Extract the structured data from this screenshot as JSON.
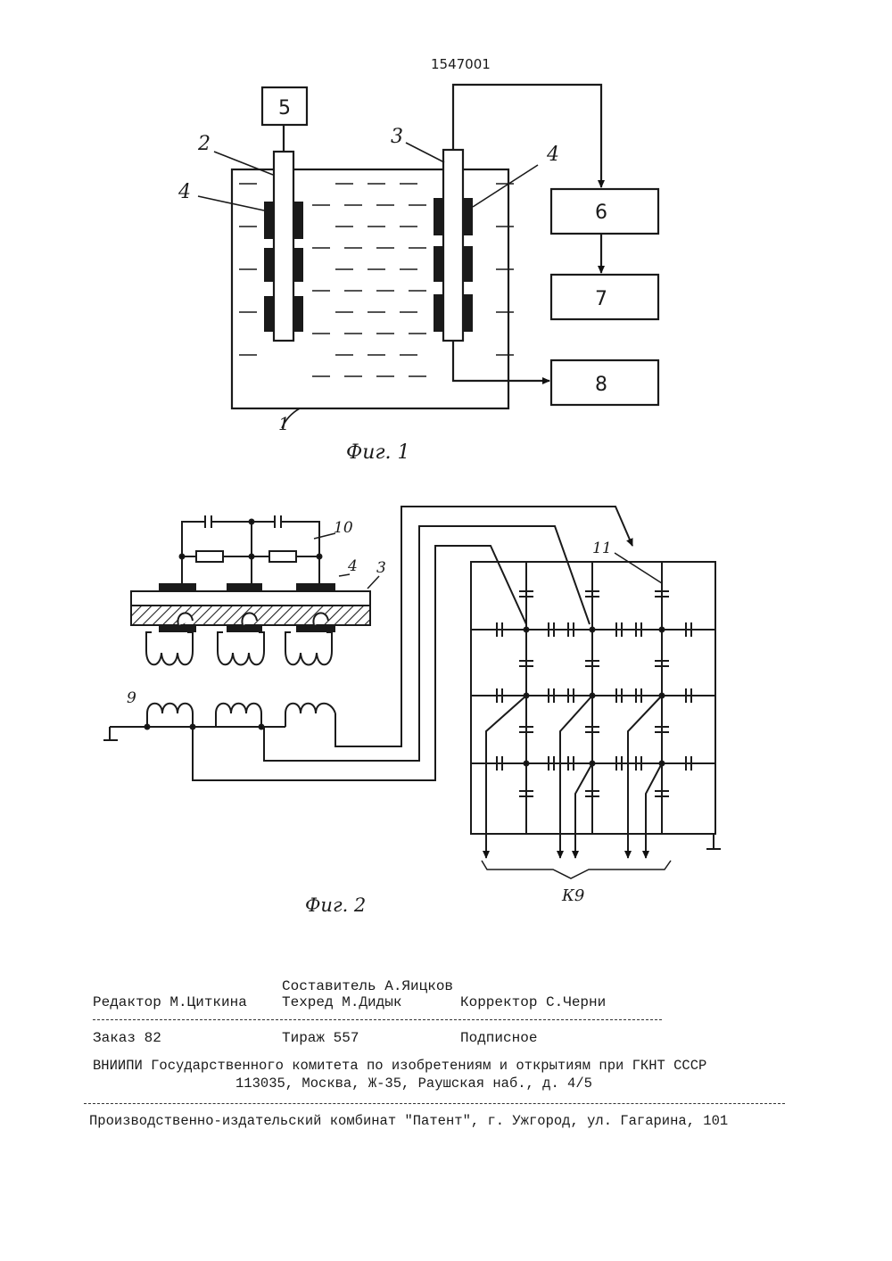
{
  "patent_number": "1547001",
  "fig1": {
    "caption": "Фиг. 1",
    "block_5": "5",
    "block_6": "6",
    "block_7": "7",
    "block_8": "8",
    "label_1": "1",
    "label_2": "2",
    "label_3": "3",
    "label_4_left": "4",
    "label_4_right": "4"
  },
  "fig2": {
    "caption": "Фиг. 2",
    "label_3": "3",
    "label_4": "4",
    "label_9": "9",
    "label_10": "10",
    "label_11": "11",
    "label_k9": "К9"
  },
  "colophon": {
    "compiler": "Составитель А.Яицков",
    "editor": "Редактор М.Циткина",
    "techred": "Техред М.Дидык",
    "corrector": "Корректор С.Черни",
    "order": "Заказ 82",
    "circulation": "Тираж 557",
    "subscription": "Подписное",
    "org_line": "ВНИИПИ Государственного комитета по изобретениям и открытиям при ГКНТ СССР",
    "address_line": "113035, Москва, Ж-35, Раушская наб., д. 4/5",
    "printer_line": "Производственно-издательский комбинат \"Патент\", г. Ужгород, ул. Гагарина, 101"
  }
}
